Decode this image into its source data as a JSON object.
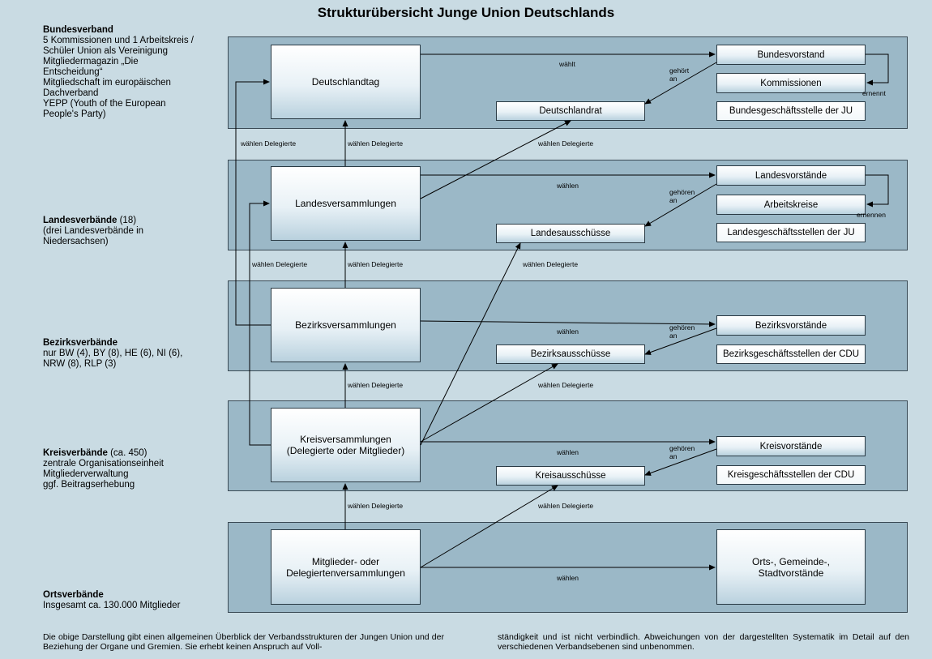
{
  "title": "Strukturübersicht Junge Union Deutschlands",
  "sidebar": [
    {
      "heading": "Bundesverband",
      "heading_suffix": "",
      "lines": "5 Kommissionen und 1 Arbeitskreis /\nSchüler Union als Vereinigung\nMitgliedermagazin „Die\nEntscheidung“\nMitgliedschaft im europäischen\nDachverband\nYEPP (Youth of the European\nPeople's Party)"
    },
    {
      "heading": "Landesverbände",
      "heading_suffix": " (18)",
      "lines": "(drei Landesverbände in\nNiedersachsen)"
    },
    {
      "heading": "Bezirksverbände",
      "heading_suffix": "",
      "lines": "nur BW (4), BY (8), HE (6), NI (6),\nNRW (8), RLP (3)"
    },
    {
      "heading": "Kreisverbände",
      "heading_suffix": " (ca. 450)",
      "lines": "zentrale Organisationseinheit\nMitgliederverwaltung\nggf. Beitragserhebung"
    },
    {
      "heading": "Ortsverbände",
      "heading_suffix": "",
      "lines": "Insgesamt  ca. 130.000 Mitglieder"
    }
  ],
  "boxes": {
    "deutschlandtag": "Deutschlandtag",
    "bundesvorstand": "Bundesvorstand",
    "kommissionen": "Kommissionen",
    "deutschlandrat": "Deutschlandrat",
    "bundesgeschaeftsstelle": "Bundesgeschäftsstelle der JU",
    "landesversammlungen": "Landesversammlungen",
    "landesvorstaende": "Landesvorstände",
    "arbeitskreise": "Arbeitskreise",
    "landesausschuesse": "Landesausschüsse",
    "landesgeschaeftsstellen": "Landesgeschäftsstellen der JU",
    "bezirksversammlungen": "Bezirksversammlungen",
    "bezirksvorstaende": "Bezirksvorstände",
    "bezirksausschuesse": "Bezirksausschüsse",
    "bezirksgeschaeftsstellen": "Bezirksgeschäftsstellen der CDU",
    "kreisversammlungen": "Kreisversammlungen\n(Delegierte oder Mitglieder)",
    "kreisvorstaende": "Kreisvorstände",
    "kreisausschuesse": "Kreisausschüsse",
    "kreisgeschaeftsstellen": "Kreisgeschäftsstellen der CDU",
    "mitgliederversammlungen": "Mitglieder- oder\nDelegiertenversammlungen",
    "ortsvorstaende": "Orts-, Gemeinde-,\nStadtvorstände"
  },
  "labels": {
    "waehlt": "wählt",
    "waehlen": "wählen",
    "gehoert_an": "gehört\nan",
    "gehoeren_an": "gehören\nan",
    "ernennt": "ernennt",
    "ernennen": "ernennen",
    "waehlen_delegierte": "wählen Delegierte"
  },
  "footer": {
    "left": "Die obige Darstellung gibt einen allgemeinen Überblick der Verbandsstrukturen der Jungen Union und der Beziehung der Organe und Gremien. Sie erhebt keinen Anspruch auf Voll-",
    "right": "ständigkeit und ist nicht verbindlich. Abweichungen von der dargestellten Systematik im Detail auf den verschiedenen Verbandsebenen sind unbenommen."
  }
}
